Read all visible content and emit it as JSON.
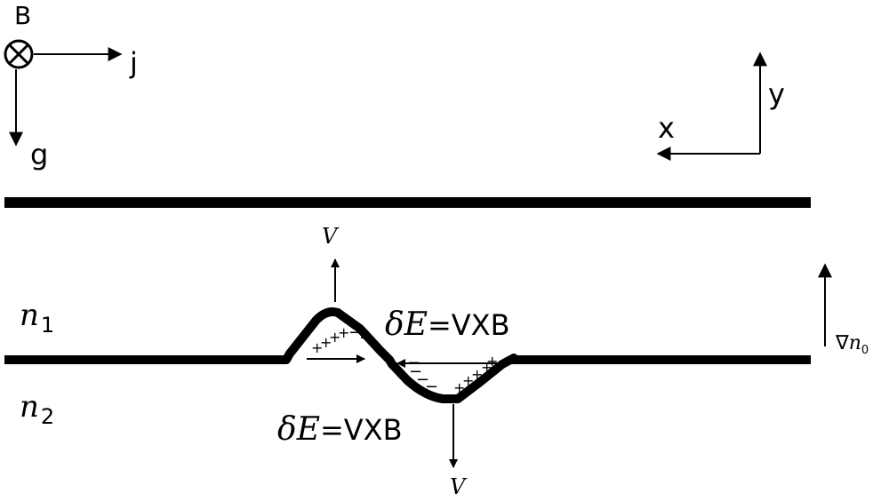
{
  "legend": {
    "b_label": "B",
    "j_label": "j",
    "g_label": "g"
  },
  "axes": {
    "x_label": "x",
    "y_label": "y"
  },
  "regions": {
    "n1_base": "n",
    "n1_sub": "1",
    "n2_base": "n",
    "n2_sub": "2"
  },
  "gradient": {
    "nabla": "∇",
    "n_base": "n",
    "n_sub": "0"
  },
  "velocity": {
    "up_label": "V",
    "down_label": "V"
  },
  "field": {
    "upper_delta": "δ",
    "upper_e": "E",
    "upper_rest": "=VXB",
    "lower_delta": "δ",
    "lower_e": "E",
    "lower_rest": "=VXB"
  },
  "charges": {
    "plus": "+",
    "minus": "−"
  },
  "colors": {
    "ink": "#000000",
    "background": "#ffffff"
  }
}
